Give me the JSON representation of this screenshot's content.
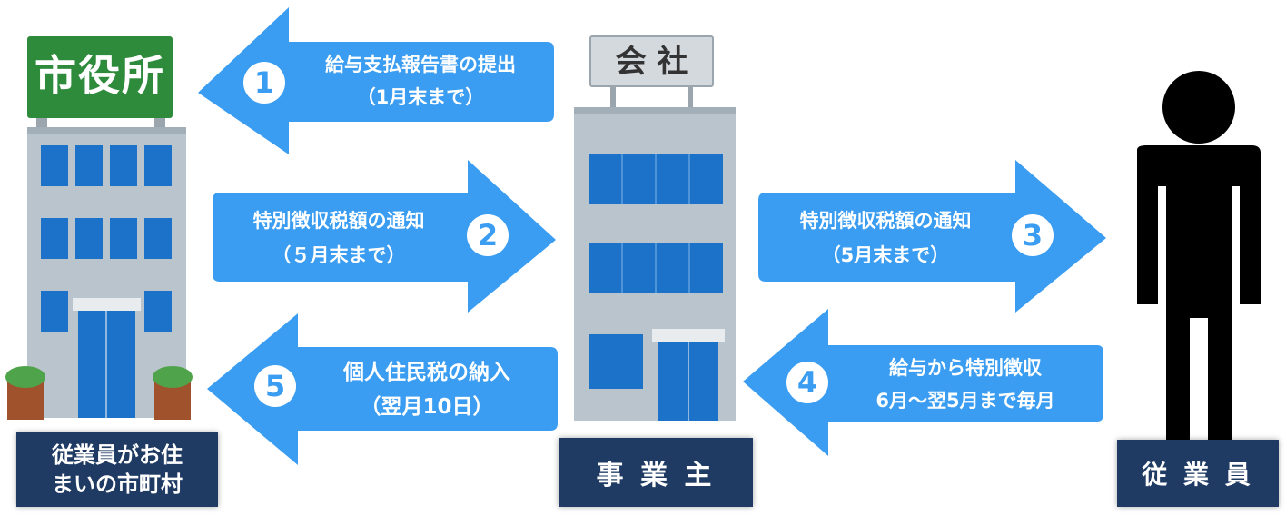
{
  "city_hall": {
    "sign": "市役所",
    "label_line1": "従業員がお住",
    "label_line2": "まいの市町村"
  },
  "company": {
    "sign": "会 社",
    "label": "事 業 主"
  },
  "employee": {
    "label": "従 業 員"
  },
  "arrows": [
    {
      "number": "1",
      "line1": "給与支払報告書の提出",
      "line2": "（1月末まで）"
    },
    {
      "number": "2",
      "line1": "特別徴収税額の通知",
      "line2": "（５月末まで）"
    },
    {
      "number": "3",
      "line1": "特別徴収税額の通知",
      "line2": "（5月末まで）"
    },
    {
      "number": "4",
      "line1": "給与から特別徴収",
      "line2": "6月～翌5月まで毎月"
    },
    {
      "number": "5",
      "line1": "個人住民税の納入",
      "line2": "（翌月10日）"
    }
  ],
  "colors": {
    "arrow": "#3a9df2",
    "label_bg": "#1f3b63",
    "building": "#b9c4cc",
    "window": "#1c72c8",
    "sign_green": "#2e8b3c",
    "person": "#000000"
  }
}
